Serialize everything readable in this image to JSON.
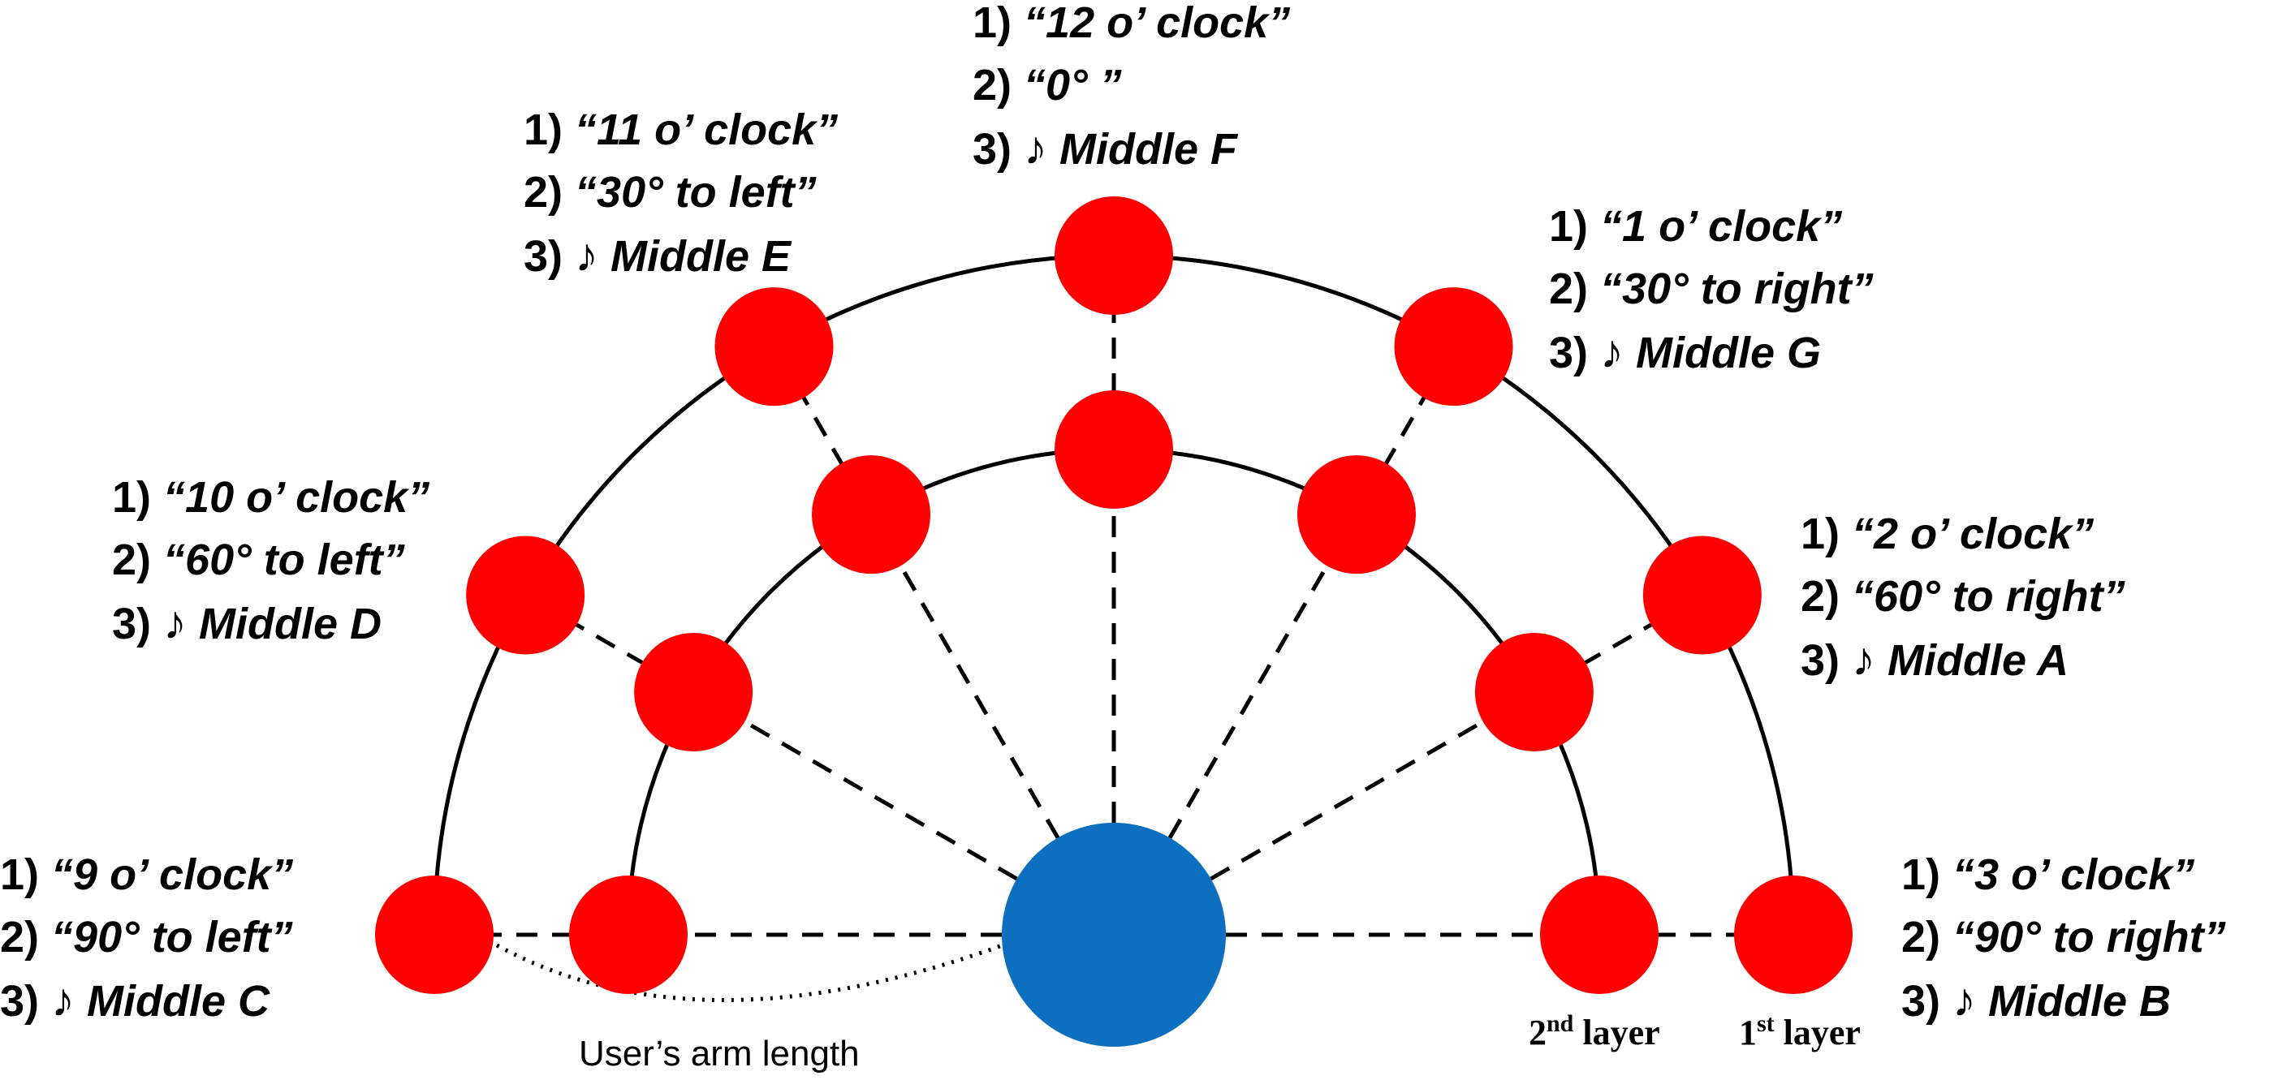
{
  "colors": {
    "target": "#ff0000",
    "user": "#0c6fc0",
    "line": "#000000"
  },
  "user_label": "User’s arm length",
  "layers": {
    "first": {
      "num": "1",
      "sup": "st",
      "word": "layer"
    },
    "second": {
      "num": "2",
      "sup": "nd",
      "word": "layer"
    }
  },
  "positions": [
    {
      "id": "9",
      "clock": "“9 o’ clock”",
      "angle": "“90° to left”",
      "note": "Middle C"
    },
    {
      "id": "10",
      "clock": "“10 o’ clock”",
      "angle": "“60° to left”",
      "note": "Middle D"
    },
    {
      "id": "11",
      "clock": "“11 o’ clock”",
      "angle": "“30° to left”",
      "note": "Middle E"
    },
    {
      "id": "12",
      "clock": "“12 o’ clock”",
      "angle": "“0° ”",
      "note": "Middle F"
    },
    {
      "id": "1",
      "clock": "“1 o’ clock”",
      "angle": "“30° to right”",
      "note": "Middle G"
    },
    {
      "id": "2",
      "clock": "“2 o’ clock”",
      "angle": "“60° to right”",
      "note": "Middle A"
    },
    {
      "id": "3",
      "clock": "“3 o’ clock”",
      "angle": "“90° to right”",
      "note": "Middle B"
    }
  ],
  "item_prefixes": [
    "1)",
    "2)",
    "3)"
  ],
  "note_symbol": "♪"
}
